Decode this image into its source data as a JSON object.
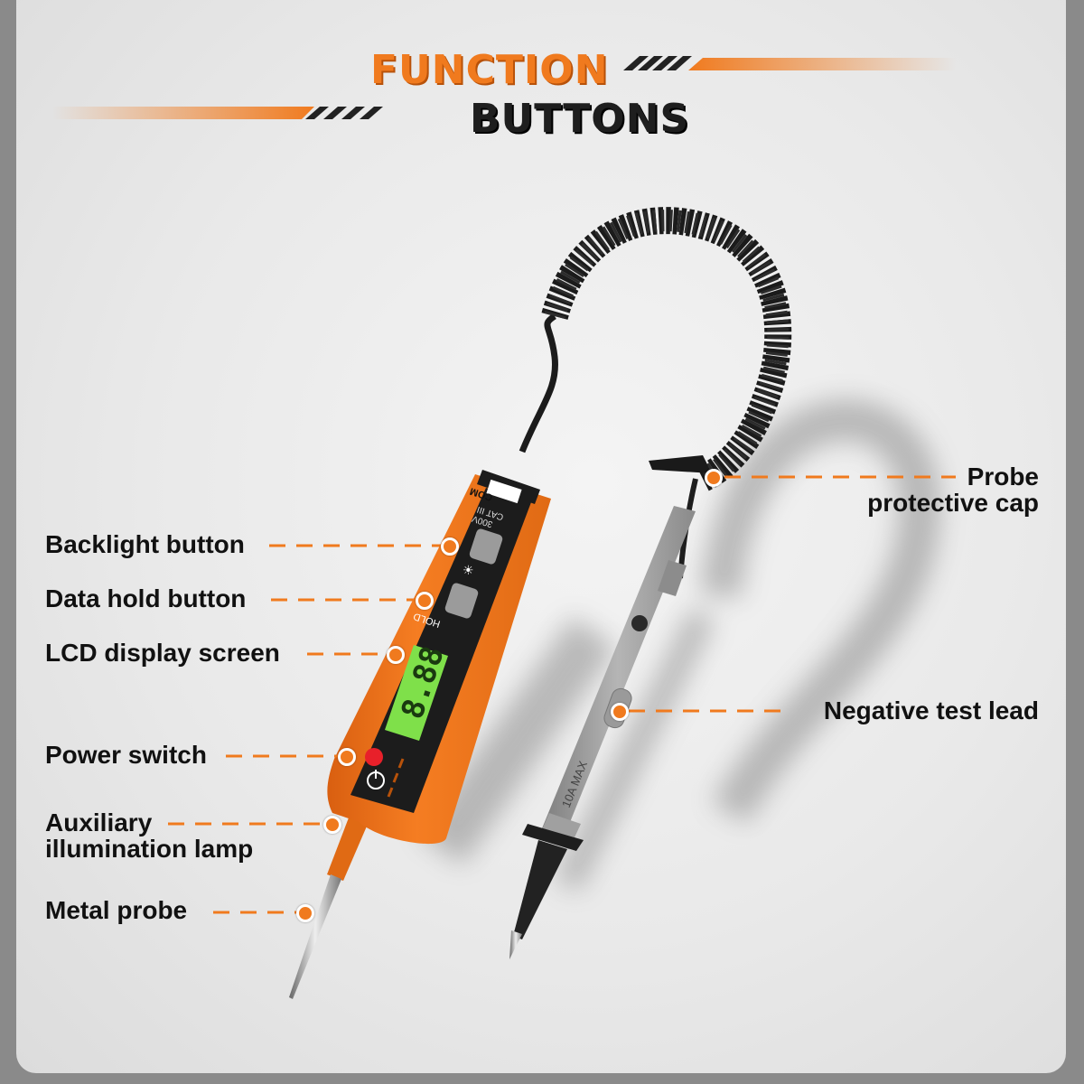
{
  "header": {
    "line1": "FUNCTION",
    "line2": "BUTTONS"
  },
  "device": {
    "jack_label": "COM",
    "rating_label_1": "300V",
    "rating_label_2": "CAT III",
    "hold_label": "HOLD",
    "lcd_reading": "8.88",
    "lead_rating": "10A MAX"
  },
  "callouts": {
    "backlight_button": "Backlight button",
    "data_hold_button": "Data hold button",
    "lcd_display_screen": "LCD display screen",
    "power_switch": "Power switch",
    "aux_lamp_line1": "Auxiliary",
    "aux_lamp_line2": "illumination lamp",
    "metal_probe": "Metal probe",
    "probe_cap_line1": "Probe",
    "probe_cap_line2": "protective cap",
    "negative_test_lead": "Negative test lead"
  },
  "colors": {
    "accent": "#f07a1e",
    "dark": "#1e1e1e",
    "lcd": "#7fe04a"
  }
}
